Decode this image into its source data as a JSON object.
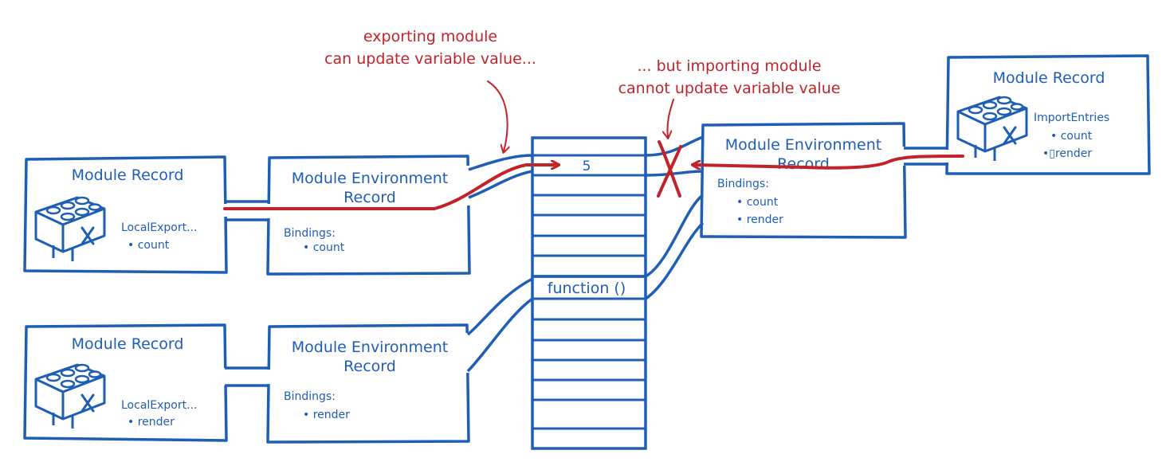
{
  "annotations": {
    "exporting_line1": "exporting module",
    "exporting_line2": "can update variable value...",
    "importing_line1": "... but importing module",
    "importing_line2": "cannot update variable value"
  },
  "module_record_1": {
    "title": "Module Record",
    "field": "LocalExport...",
    "item": "• count"
  },
  "env_record_1": {
    "title_line1": "Module Environment",
    "title_line2": "Record",
    "bindings_label": "Bindings:",
    "item": "• count"
  },
  "module_record_2": {
    "title": "Module Record",
    "field": "LocalExport...",
    "item": "• render"
  },
  "env_record_2": {
    "title_line1": "Module Environment",
    "title_line2": "Record",
    "bindings_label": "Bindings:",
    "item": "• render"
  },
  "memory": {
    "value_cell": "5",
    "function_cell": "function ()"
  },
  "env_record_3": {
    "title_line1": "Module Environment",
    "title_line2": "Record",
    "bindings_label": "Bindings:",
    "item1": "• count",
    "item2": "• render"
  },
  "module_record_3": {
    "title": "Module Record",
    "field": "ImportEntries",
    "item1": "• count",
    "item2": "•▯render"
  },
  "colors": {
    "blue": "#1e5eb5",
    "red": "#c0242a"
  }
}
